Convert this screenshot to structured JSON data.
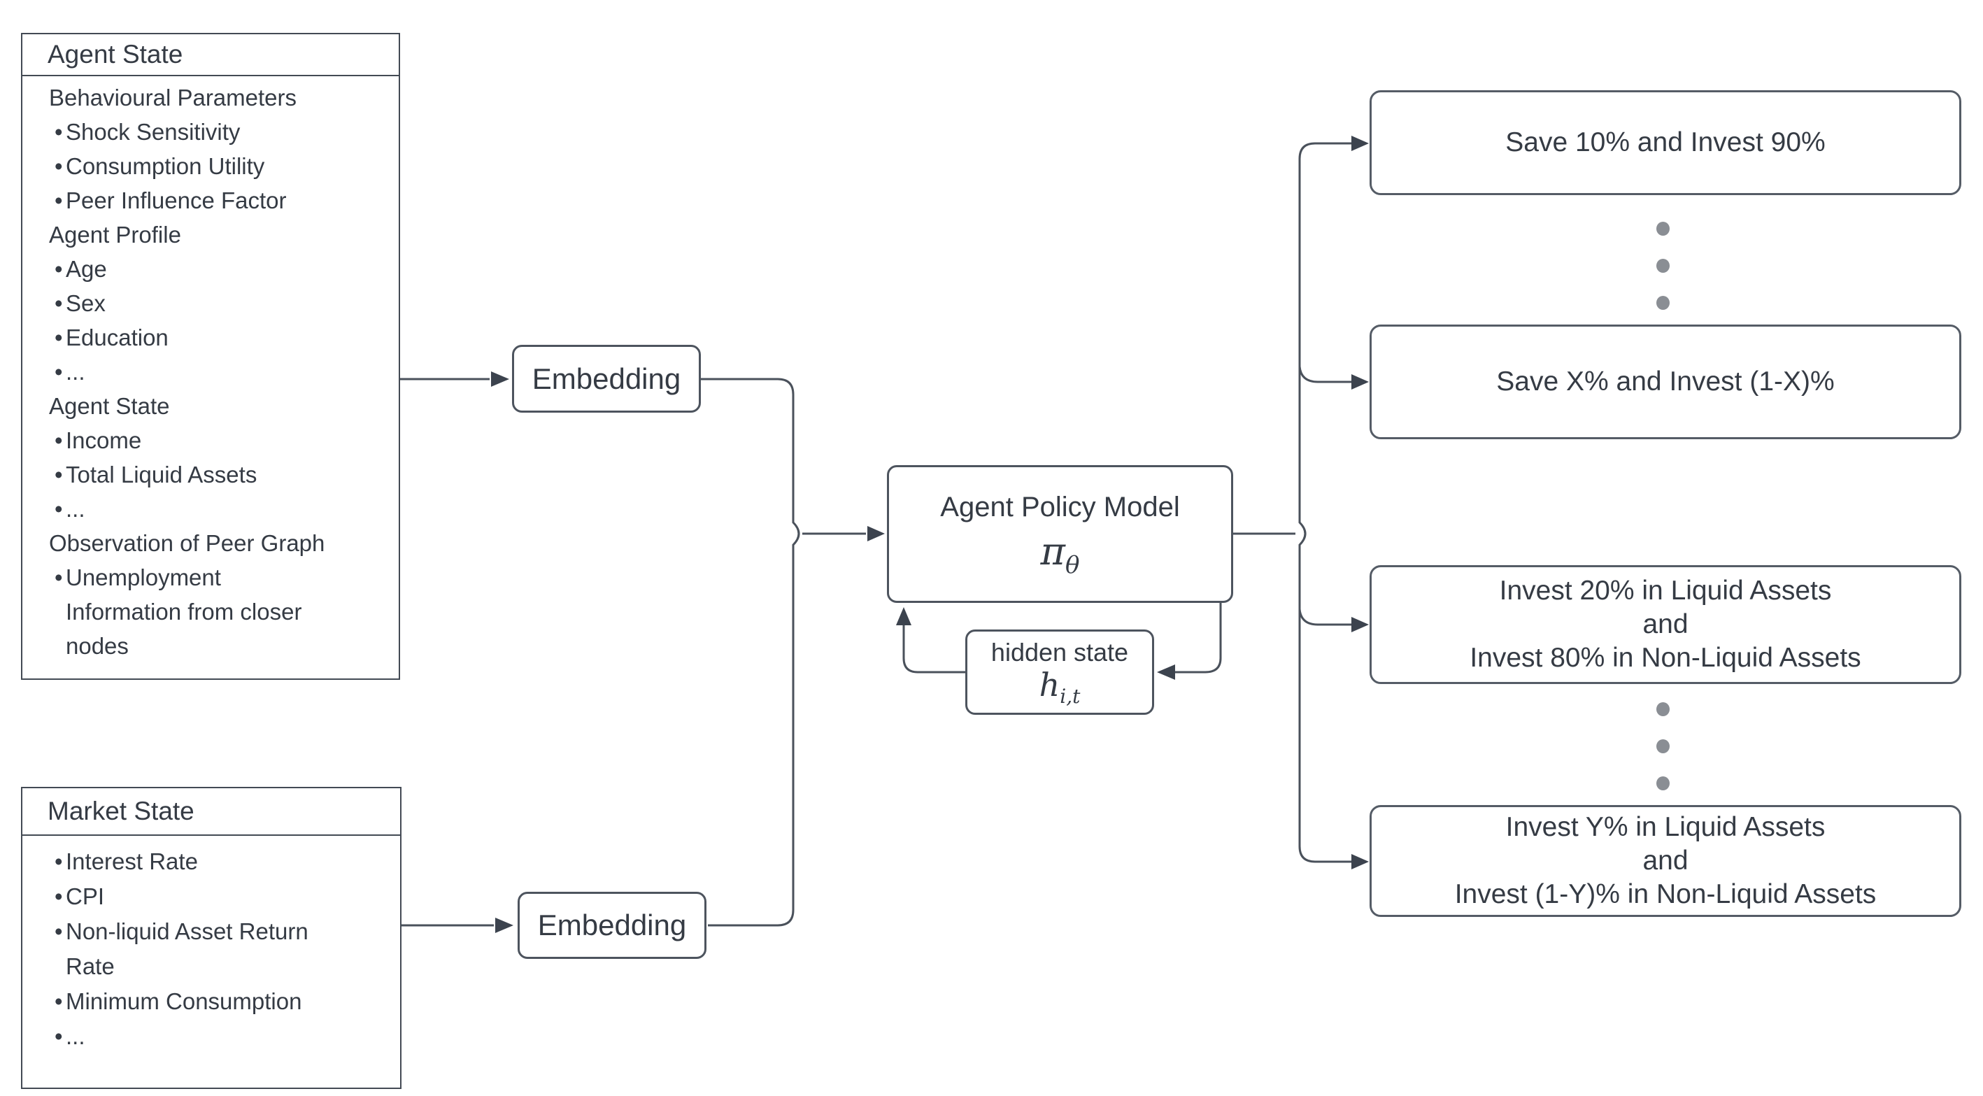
{
  "diagram": {
    "colors": {
      "background": "#ffffff",
      "text": "#353b44",
      "lane_border": "#434a54",
      "node_border": "#4d545e",
      "connector": "#4a515b",
      "arrowhead": "#3c434e",
      "ellipsis_dot": "#8a8e94"
    },
    "agent_state_box": {
      "title": "Agent State",
      "lines": [
        {
          "prefix": "",
          "text": "Behavioural Parameters",
          "indent": 0
        },
        {
          "prefix": "•",
          "text": "Shock Sensitivity",
          "indent": 0
        },
        {
          "prefix": "•",
          "text": "Consumption Utility",
          "indent": 0
        },
        {
          "prefix": "•",
          "text": "Peer Influence Factor",
          "indent": 0
        },
        {
          "prefix": "",
          "text": "Agent Profile",
          "indent": 0
        },
        {
          "prefix": "•",
          "text": "Age",
          "indent": 0
        },
        {
          "prefix": "•",
          "text": "Sex",
          "indent": 0
        },
        {
          "prefix": "•",
          "text": "Education",
          "indent": 0
        },
        {
          "prefix": "•",
          "text": "...",
          "indent": 0
        },
        {
          "prefix": "",
          "text": "Agent State",
          "indent": 0
        },
        {
          "prefix": "•",
          "text": "Income",
          "indent": 0
        },
        {
          "prefix": "•",
          "text": "Total Liquid Assets",
          "indent": 0
        },
        {
          "prefix": "•",
          "text": "...",
          "indent": 0
        },
        {
          "prefix": "",
          "text": "Observation of Peer Graph",
          "indent": 0
        },
        {
          "prefix": "•",
          "text": "Unemployment",
          "indent": 0
        },
        {
          "prefix": "",
          "text": "Information from closer",
          "indent": 1
        },
        {
          "prefix": "",
          "text": "nodes",
          "indent": 1
        }
      ]
    },
    "market_state_box": {
      "title": "Market State",
      "lines": [
        {
          "prefix": "•",
          "text": "Interest Rate",
          "indent": 0
        },
        {
          "prefix": "•",
          "text": "CPI",
          "indent": 0
        },
        {
          "prefix": "•",
          "text": "Non-liquid Asset Return",
          "indent": 0
        },
        {
          "prefix": "",
          "text": "Rate",
          "indent": 1
        },
        {
          "prefix": "•",
          "text": "Minimum Consumption",
          "indent": 0
        },
        {
          "prefix": "•",
          "text": "...",
          "indent": 0
        }
      ]
    },
    "embedding_top": {
      "label": "Embedding"
    },
    "embedding_bottom": {
      "label": "Embedding"
    },
    "policy_box": {
      "title": "Agent Policy Model",
      "symbol": "π",
      "symbol_sub": "θ"
    },
    "hidden_state_box": {
      "label": "hidden state",
      "symbol": "h",
      "symbol_sub": "i,t"
    },
    "outputs": [
      {
        "lines": [
          "Save 10% and Invest 90%"
        ]
      },
      {
        "lines": [
          "Save X% and Invest (1-X)%"
        ]
      },
      {
        "lines": [
          "Invest 20% in Liquid Assets",
          "and",
          "Invest 80% in Non-Liquid Assets"
        ]
      },
      {
        "lines": [
          "Invest Y% in Liquid Assets",
          "and",
          "Invest (1-Y)% in Non-Liquid Assets"
        ]
      }
    ]
  }
}
